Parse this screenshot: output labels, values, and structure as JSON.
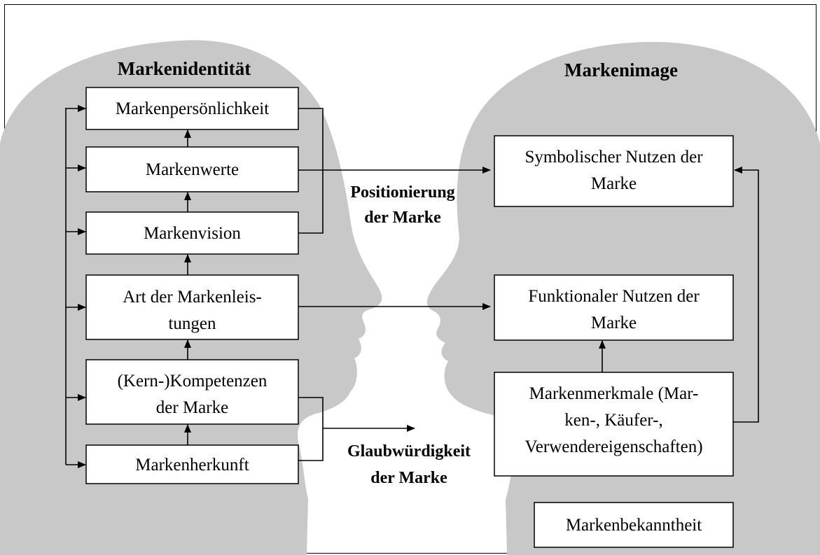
{
  "titles": {
    "identity": "Markenidentität",
    "image": "Markenimage"
  },
  "identity_boxes": {
    "personality": "Markenpersönlichkeit",
    "values": "Markenwerte",
    "vision": "Markenvision",
    "performance_line1": "Art der Markenleis-",
    "performance_line2": "tungen",
    "competence_line1": "(Kern-)Kompetenzen",
    "competence_line2": "der Marke",
    "origin": "Markenherkunft"
  },
  "image_boxes": {
    "symbolic_line1": "Symbolischer Nutzen der",
    "symbolic_line2": "Marke",
    "functional_line1": "Funktionaler Nutzen der",
    "functional_line2": "Marke",
    "attributes_line1": "Markenmerkmale (Mar-",
    "attributes_line2": "ken-, Käufer-,",
    "attributes_line3": "Verwendereigenschaften)",
    "awareness": "Markenbekanntheit"
  },
  "labels": {
    "positioning_line1": "Positionierung",
    "positioning_line2": "der Marke",
    "credibility_line1": "Glaubwürdigkeit",
    "credibility_line2": "der Marke"
  },
  "colors": {
    "head_silhouette": "#c8c8c8",
    "box_fill": "#ffffff",
    "line": "#000000"
  }
}
